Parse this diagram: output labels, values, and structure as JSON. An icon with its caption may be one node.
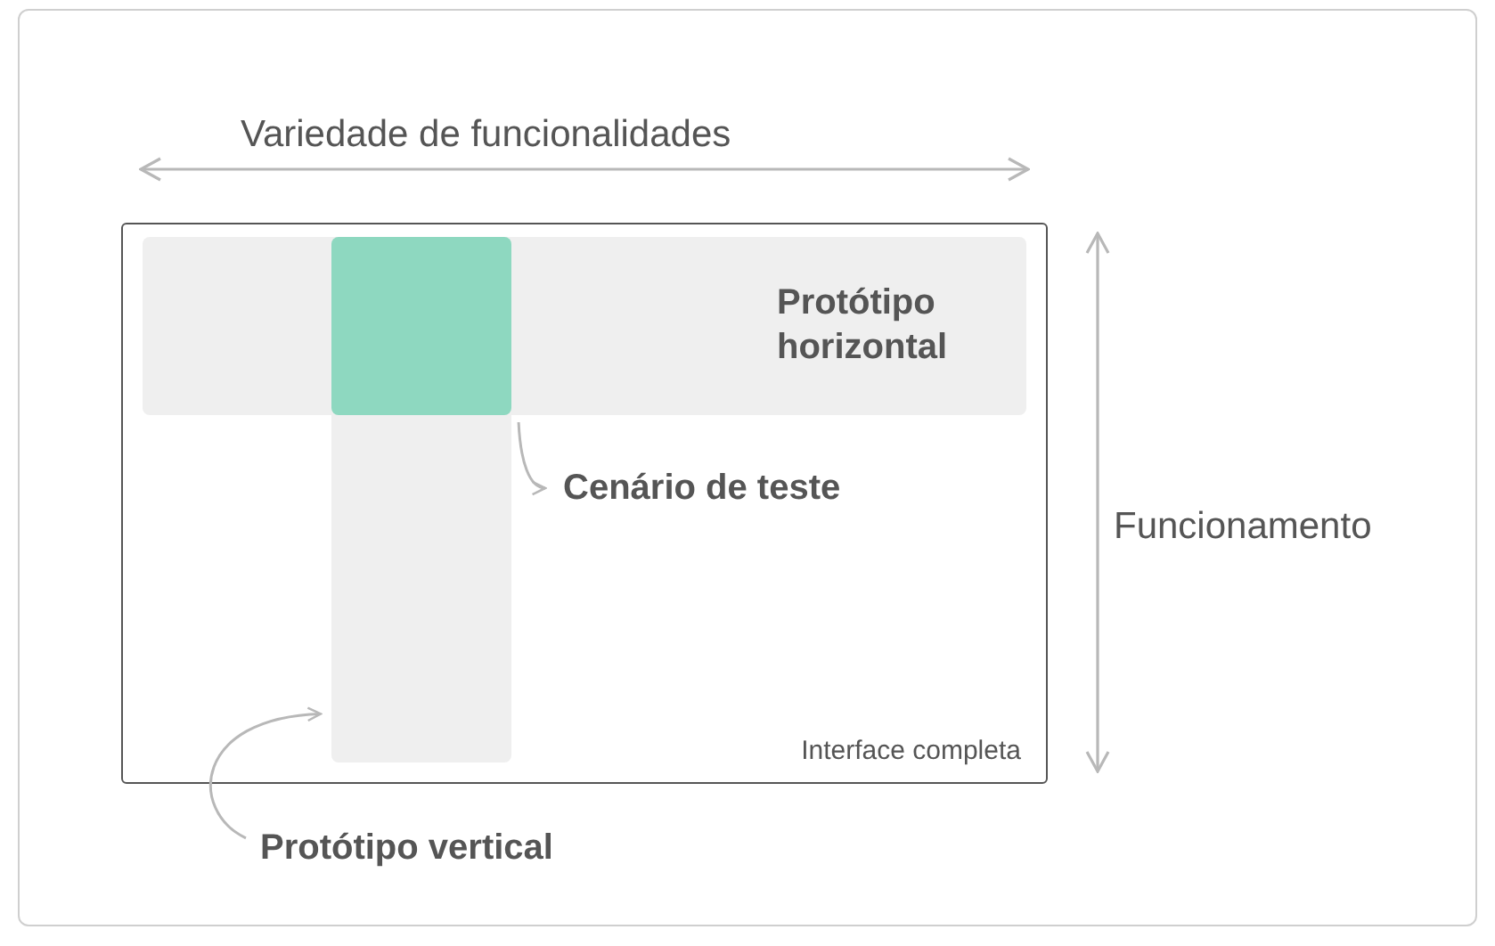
{
  "diagram": {
    "nodes": [
      {
        "text": [
          "Interface completa"
        ]
      },
      {
        "text": [
          "Protótipo horizontal"
        ],
        "in": 0
      },
      {
        "text": [],
        "shape": "box",
        "in": 1
      },
      {
        "text": [],
        "shape": "bar",
        "in": 0
      },
      {
        "text": [
          "Cenário de teste"
        ],
        "in": 0
      },
      {
        "text": [
          "Protótipo vertical"
        ]
      }
    ],
    "edges": [
      {
        "from": 2,
        "to": 4,
        "arrow": "to"
      },
      {
        "from": 5,
        "to": 3,
        "arrow": "to"
      }
    ],
    "labels": [
      "Variedade de funcionalidades",
      "Funcionamento"
    ]
  }
}
